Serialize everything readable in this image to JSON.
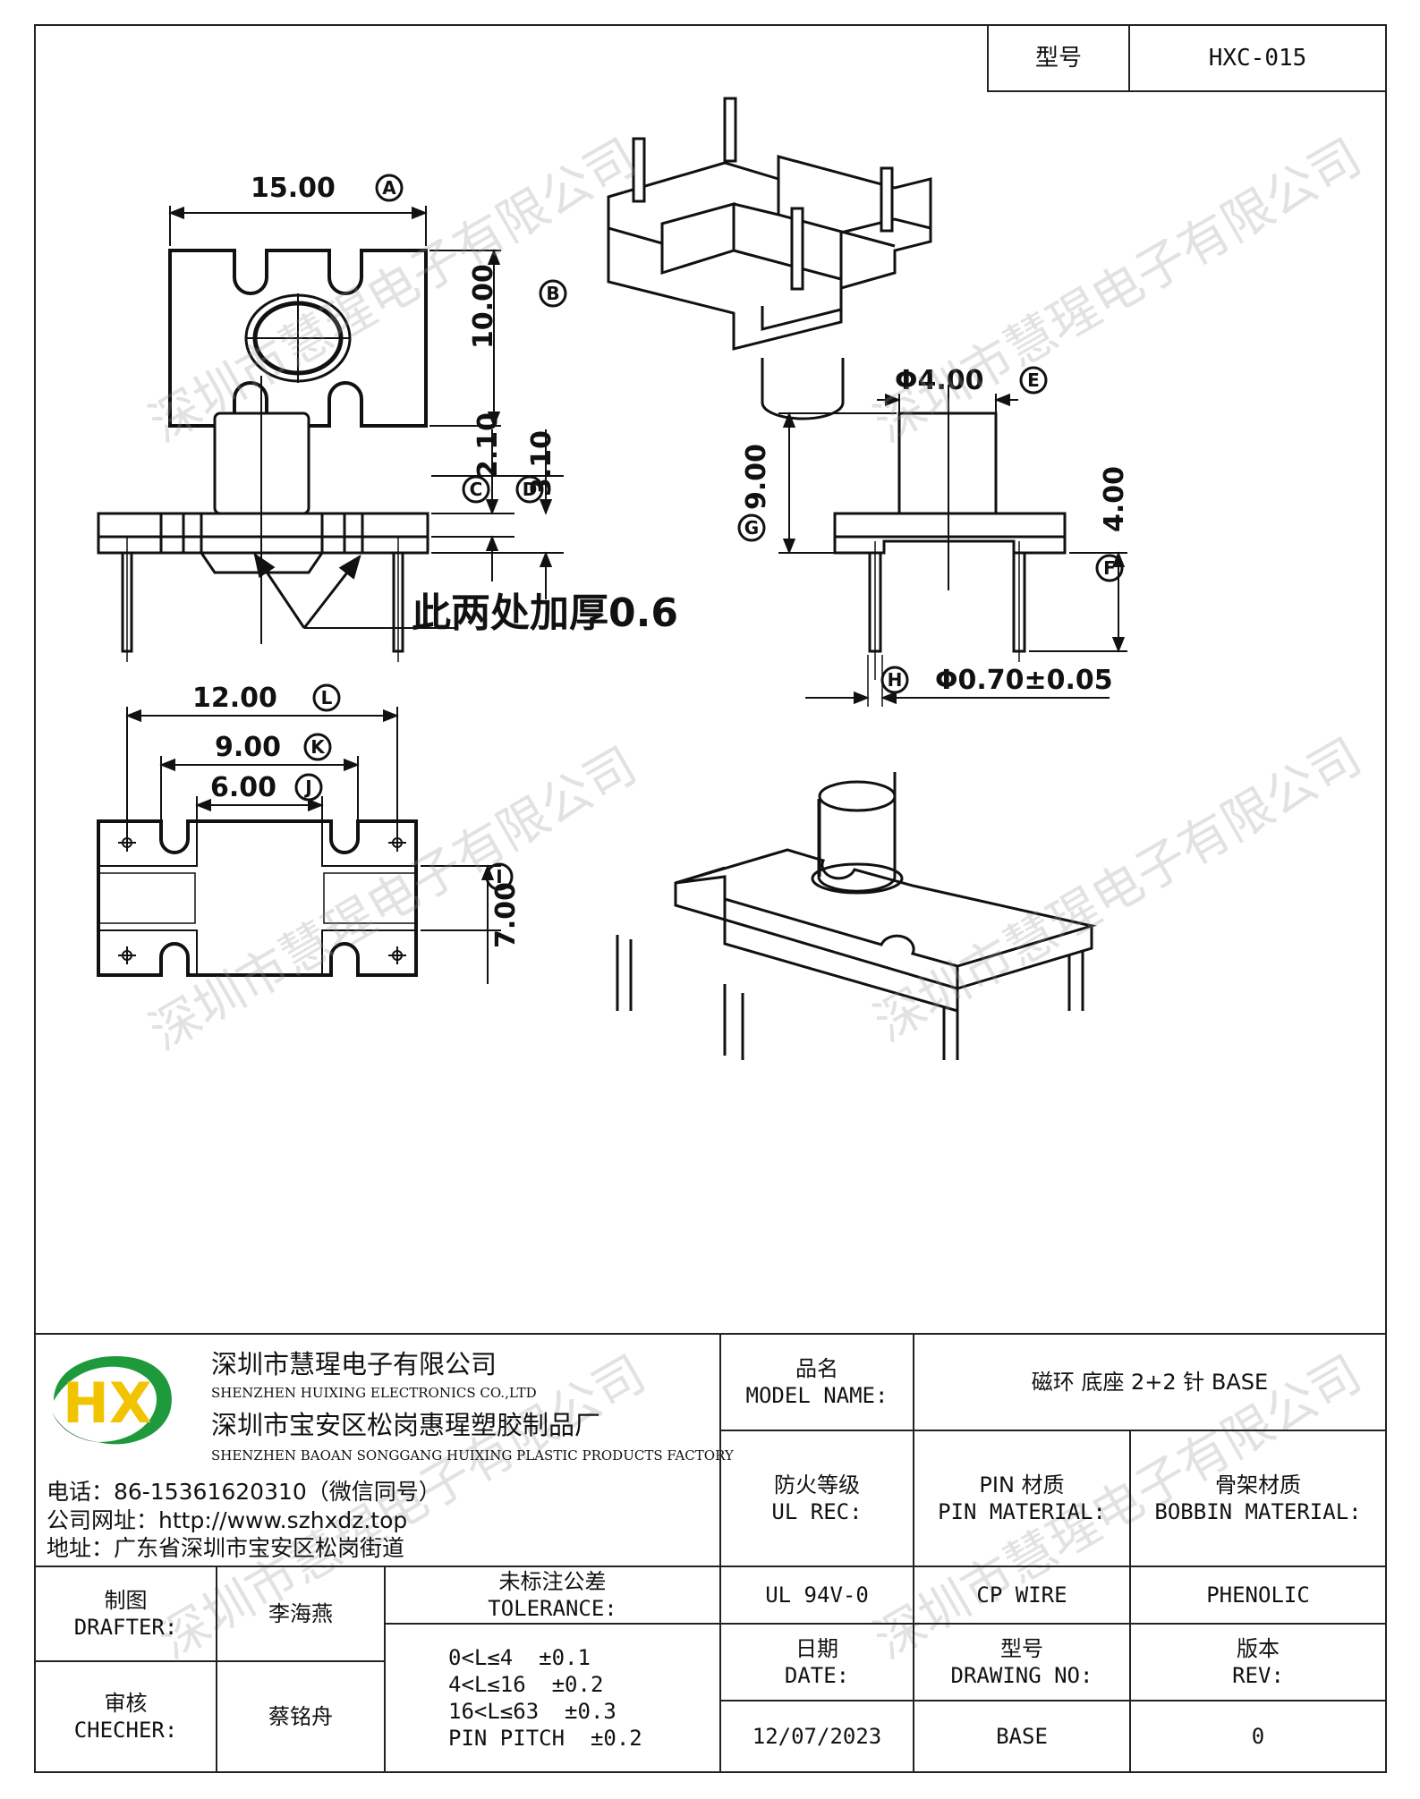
{
  "header": {
    "model_label": "型号",
    "model_value": "HXC-015"
  },
  "drawing": {
    "dims": {
      "a": "15.00",
      "b": "10.00",
      "c": "2.10",
      "d": "3.10",
      "e": "Φ4.00",
      "f": "4.00",
      "g": "9.00",
      "h": "Φ0.70±0.05",
      "j": "6.00",
      "k": "9.00",
      "l": "12.00",
      "i": "7.00"
    },
    "markers": {
      "a": "A",
      "b": "B",
      "c": "C",
      "d": "D",
      "e": "E",
      "f": "F",
      "g": "G",
      "h": "H",
      "i": "I",
      "j": "J",
      "k": "K",
      "l": "L"
    },
    "note": "此两处加厚0.6"
  },
  "watermark": "深圳市慧瑆电子有限公司",
  "company": {
    "name_cn": "深圳市慧瑆电子有限公司",
    "name_en": "SHENZHEN HUIXING ELECTRONICS CO.,LTD",
    "factory_cn": "深圳市宝安区松岗惠瑆塑胶制品厂",
    "factory_en": "SHENZHEN BAOAN SONGGANG HUIXING PLASTIC PRODUCTS FACTORY",
    "phone": "电话：86-15361620310（微信同号）",
    "website": "公司网址：http://www.szhxdz.top",
    "address": "地址：广东省深圳市宝安区松岗街道",
    "logo_text": "HX",
    "logo_colors": {
      "green": "#1e9a3c",
      "yellow": "#f2c400",
      "dark": "#0f6b2a"
    }
  },
  "title_block": {
    "model_name_cn": "品名",
    "model_name_en": "MODEL NAME:",
    "model_name_value": "磁环 底座 2+2 针 BASE",
    "ul_cn": "防火等级",
    "ul_en": "UL REC:",
    "pin_cn": "PIN 材质",
    "pin_en": "PIN MATERIAL:",
    "bobbin_cn": "骨架材质",
    "bobbin_en": "BOBBIN MATERIAL:",
    "ul_value": "UL 94V-0",
    "pin_value": "CP WIRE",
    "bobbin_value": "PHENOLIC",
    "drafter_cn": "制图",
    "drafter_en": "DRAFTER:",
    "drafter_value": "李海燕",
    "checker_cn": "审核",
    "checker_en": "CHECHER:",
    "checker_value": "蔡铭舟",
    "tolerance_cn": "未标注公差",
    "tolerance_en": "TOLERANCE:",
    "tolerance_lines": [
      "0<L≤4  ±0.1",
      "4<L≤16  ±0.2",
      "16<L≤63  ±0.3",
      "PIN PITCH  ±0.2"
    ],
    "date_cn": "日期",
    "date_en": "DATE:",
    "drawing_no_cn": "型号",
    "drawing_no_en": "DRAWING NO:",
    "rev_cn": "版本",
    "rev_en": "REV:",
    "date_value": "12/07/2023",
    "drawing_no_value": "BASE",
    "rev_value": "0"
  }
}
